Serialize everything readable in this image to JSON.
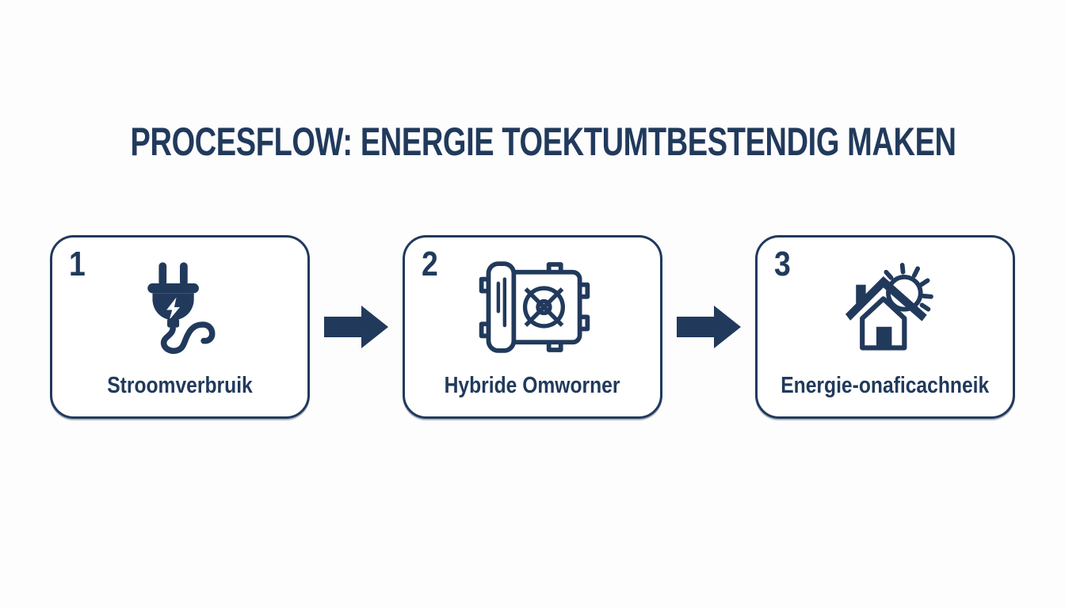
{
  "title": "PROCESFLOW: ENERGIE TOEKTUMTBESTENDIG MAKEN",
  "colors": {
    "navy": "#213a5c",
    "background": "#fdfdfd",
    "card_fill": "#ffffff"
  },
  "steps": [
    {
      "number": "1",
      "label": "Stroomverbruik",
      "icon": "power-plug-icon"
    },
    {
      "number": "2",
      "label": "Hybride Omworner",
      "icon": "hybrid-inverter-icon"
    },
    {
      "number": "3",
      "label": "Energie-onaficachneik",
      "icon": "house-sun-icon"
    }
  ],
  "arrow": {
    "direction": "right",
    "count": 2
  }
}
